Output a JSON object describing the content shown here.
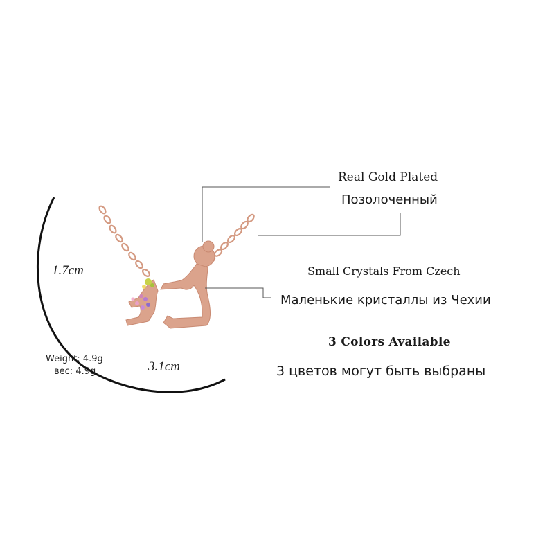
{
  "labels": {
    "plating_en": "Real Gold Plated",
    "plating_ru": "Позолоченный",
    "crystals_en": "Small Crystals From Czech",
    "crystals_ru": "Маленькие кристаллы из Чехии",
    "colors_en": "3 Colors Available",
    "colors_ru": "3 цветов могут быть выбраны"
  },
  "dimensions": {
    "height": "1.7cm",
    "width": "3.1cm"
  },
  "weight": {
    "en": "Weight: 4.9g",
    "ru": "вес: 4.9g"
  },
  "colors": {
    "rose_gold": "#d8a08a",
    "rose_gold_dark": "#c0806a",
    "leader_line": "#555555",
    "arc": "#111111"
  }
}
